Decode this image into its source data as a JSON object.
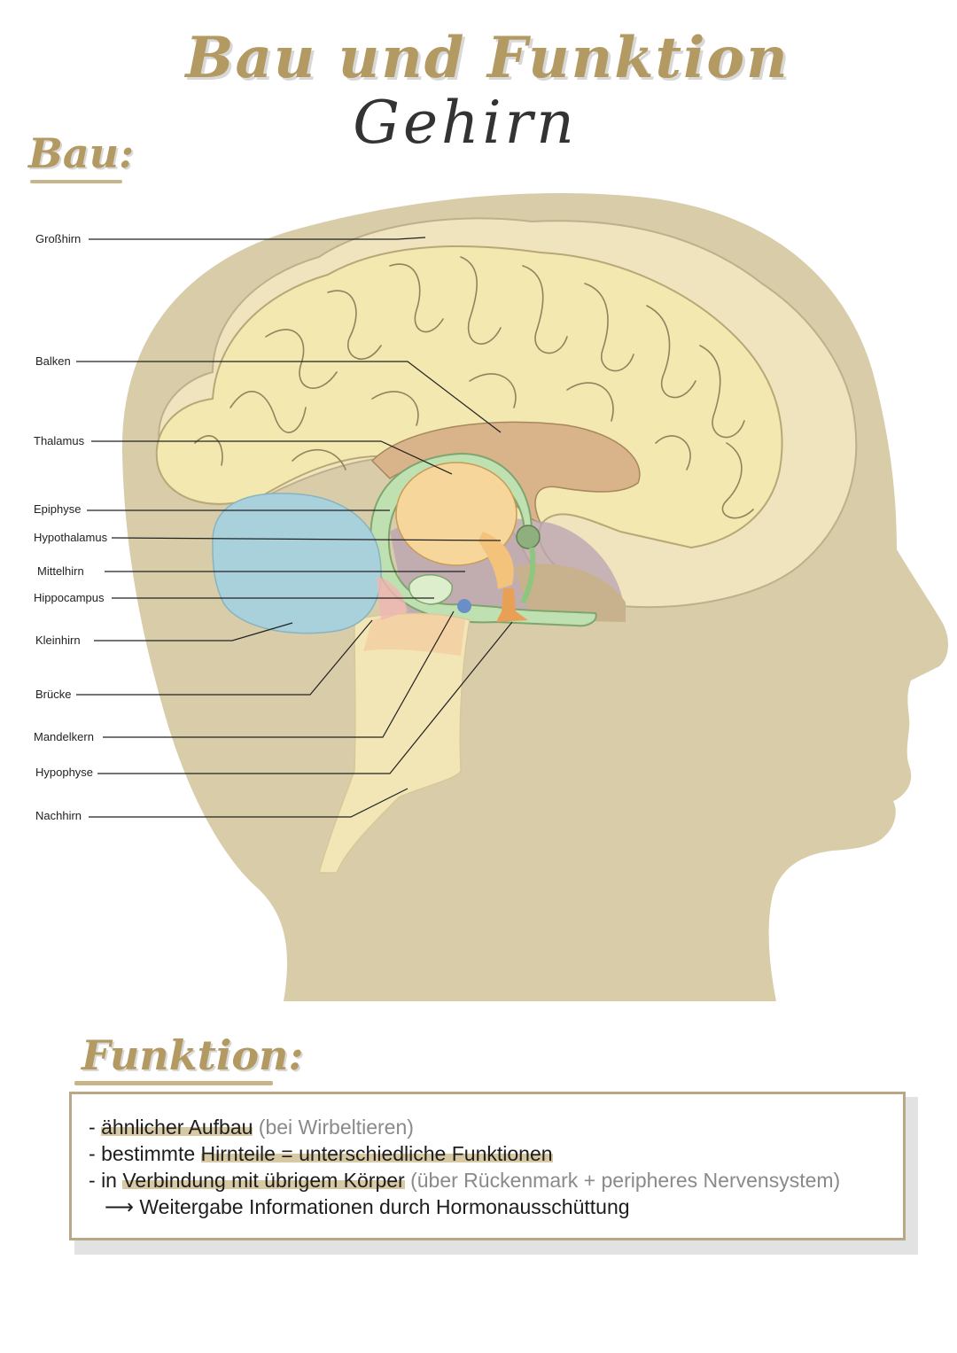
{
  "header": {
    "title": "Bau und Funktion",
    "subtitle": "Gehirn"
  },
  "sections": {
    "bau": "Bau:",
    "funktion": "Funktion:"
  },
  "labels": [
    "Großhirn",
    "Balken",
    "Thalamus",
    "Epiphyse",
    "Hypothalamus",
    "Mittelhirn",
    "Hippocampus",
    "Kleinhirn",
    "Brücke",
    "Mandelkern",
    "Hypophyse",
    "Nachhirn"
  ],
  "funktion": {
    "line1": {
      "prefix": "- ",
      "highlight": "ähnlicher Aufbau",
      "note": " (bei Wirbeltieren)"
    },
    "line2": {
      "prefix": "- ",
      "text_a": "bestimmte ",
      "highlight": "Hirnteile = unterschiedliche Funktionen"
    },
    "line3": {
      "prefix": "- ",
      "text_a": "in ",
      "highlight": "Verbindung mit übrigem Körper",
      "note": " (über Rückenmark + peripheres Nervensystem)"
    },
    "line4": {
      "arrow": "⟶",
      "text": " Weitergabe Informationen durch Hormonausschüttung"
    }
  },
  "colors": {
    "accent": "#b39a63",
    "head": "#d8cca9",
    "cerebrum": "#f3e8b0",
    "cerebellum": "#a9d1dc",
    "limbic": "#bfe0b0",
    "thalamus": "#f6d69a",
    "hypophysis": "#e8a056"
  }
}
